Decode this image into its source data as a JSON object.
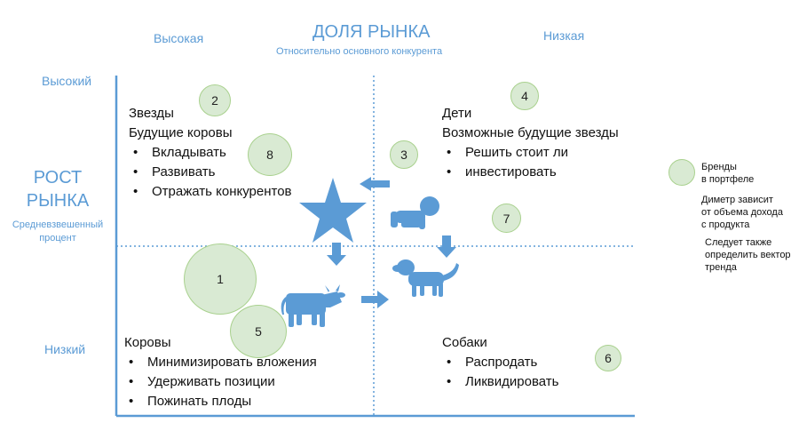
{
  "header": {
    "title": "ДОЛЯ РЫНКА",
    "subtitle": "Относительно основного конкурента",
    "high": "Высокая",
    "low": "Низкая"
  },
  "y_axis": {
    "title_line1": "РОСТ",
    "title_line2": "РЫНКА",
    "subtitle_line1": "Средневзвешенный",
    "subtitle_line2": "процент",
    "high": "Высокий",
    "low": "Низкий"
  },
  "quadrants": {
    "stars": {
      "title": "Звезды",
      "subtitle": "Будущие коровы",
      "items": [
        "Вкладывать",
        "Развивать",
        "Отражать конкурентов"
      ]
    },
    "children": {
      "title": "Дети",
      "subtitle": "Возможные будущие звезды",
      "items": [
        "Решить стоит ли",
        "инвестировать"
      ]
    },
    "cows": {
      "title": "Коровы",
      "items": [
        "Минимизировать вложения",
        "Удерживать позиции",
        "Пожинать плоды"
      ]
    },
    "dogs": {
      "title": "Собаки",
      "items": [
        "Распродать",
        "Ликвидировать"
      ]
    }
  },
  "bubbles": [
    "2",
    "8",
    "4",
    "3",
    "7",
    "1",
    "5",
    "6"
  ],
  "legend": {
    "label_line1": "Бренды",
    "label_line2": "в портфеле",
    "note1_line1": "Диметр зависит",
    "note1_line2": "от объема дохода",
    "note1_line3": "с продукта",
    "note2_line1": "Следует также",
    "note2_line2": "определить вектор",
    "note2_line3": "тренда"
  },
  "colors": {
    "accent": "#5b9bd5",
    "bubble_fill": "#d9ead3",
    "bubble_border": "#a9d18e"
  },
  "icons": [
    "star-icon",
    "baby-icon",
    "dog-icon",
    "cow-icon",
    "arrow-left-icon",
    "arrow-down-icon",
    "arrow-right-icon"
  ]
}
